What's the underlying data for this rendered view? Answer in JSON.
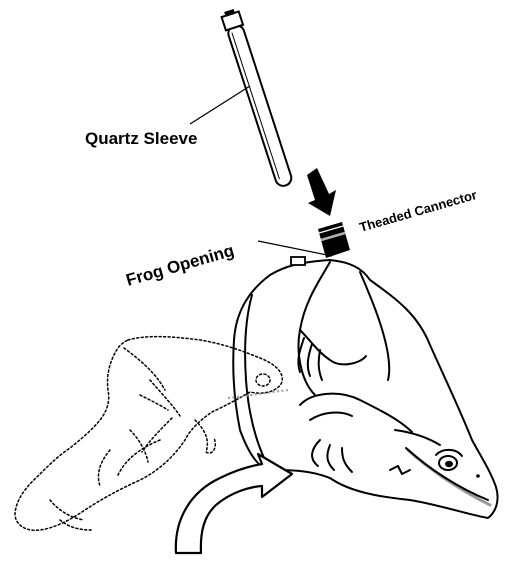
{
  "labels": {
    "quartz_sleeve": "Quartz Sleeve",
    "threaded_connector": "Theaded Cannector",
    "frog_opening": "Frog Opening"
  },
  "colors": {
    "ink": "#000000",
    "background": "#ffffff",
    "mouth_line": "#9a9a9a"
  },
  "icons": {
    "insert_arrow": "down-arrow-icon",
    "rotation_arrow": "curved-arrow-icon"
  }
}
